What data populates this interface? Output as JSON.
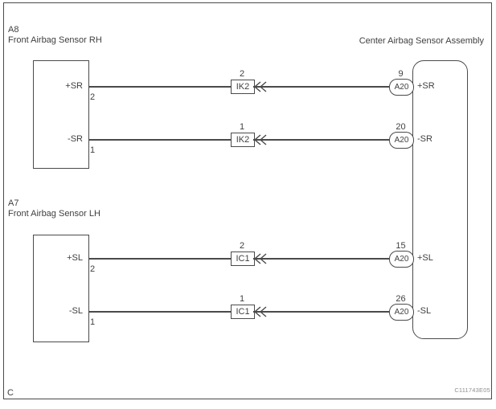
{
  "diagram": {
    "sensors": [
      {
        "id": "A8",
        "name": "Front Airbag Sensor RH"
      },
      {
        "id": "A7",
        "name": "Front Airbag Sensor LH"
      }
    ],
    "assembly": {
      "title": "Center Airbag Sensor Assembly",
      "connector": "A20"
    },
    "rows": [
      {
        "sensor_pin_label": "+SR",
        "sensor_pin_number": "2",
        "connector_number": "2",
        "connector_label": "IK2",
        "ecu_pin_number": "9",
        "ecu_connector": "A20",
        "ecu_pin_label": "+SR"
      },
      {
        "sensor_pin_label": "-SR",
        "sensor_pin_number": "1",
        "connector_number": "1",
        "connector_label": "IK2",
        "ecu_pin_number": "20",
        "ecu_connector": "A20",
        "ecu_pin_label": "-SR"
      },
      {
        "sensor_pin_label": "+SL",
        "sensor_pin_number": "2",
        "connector_number": "2",
        "connector_label": "IC1",
        "ecu_pin_number": "15",
        "ecu_connector": "A20",
        "ecu_pin_label": "+SL"
      },
      {
        "sensor_pin_label": "-SL",
        "sensor_pin_number": "1",
        "connector_number": "1",
        "connector_label": "IC1",
        "ecu_pin_number": "26",
        "ecu_connector": "A20",
        "ecu_pin_label": "-SL"
      }
    ],
    "icons": {
      "harness_splice": "double-left-chevron-icon"
    },
    "footer": {
      "corner_label": "C",
      "figure_id": "C111743E05"
    },
    "colors": {
      "background": "#ffffff",
      "line": "#4a4a4a",
      "text": "#3f3f3f",
      "figure_id_text": "#8f8f8f"
    }
  }
}
